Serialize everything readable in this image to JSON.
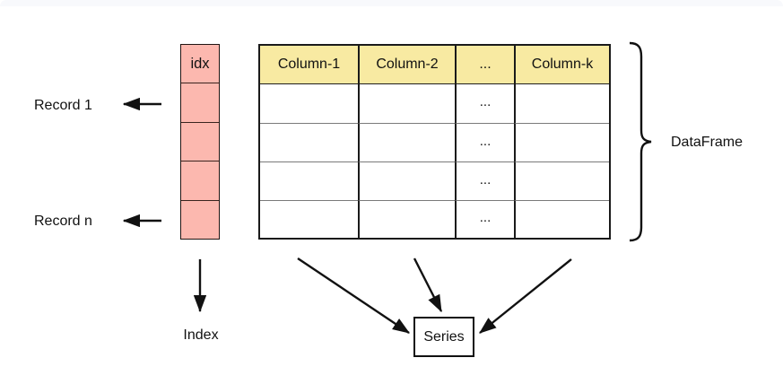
{
  "colors": {
    "pink": "#fcb8af",
    "yellow": "#f8eaa2",
    "strip": "#f8f9fc",
    "ink": "#111111",
    "rowline": "#7a7a7a"
  },
  "index_column": {
    "header": "idx",
    "cells": [
      "",
      "",
      "",
      ""
    ]
  },
  "table": {
    "headers": [
      "Column-1",
      "Column-2",
      "...",
      "Column-k"
    ],
    "rows": [
      [
        "",
        "",
        "...",
        ""
      ],
      [
        "",
        "",
        "...",
        ""
      ],
      [
        "",
        "",
        "...",
        ""
      ],
      [
        "",
        "",
        "...",
        ""
      ]
    ]
  },
  "labels": {
    "record_first": "Record 1",
    "record_last": "Record n",
    "index": "Index",
    "dataframe": "DataFrame",
    "series": "Series"
  }
}
